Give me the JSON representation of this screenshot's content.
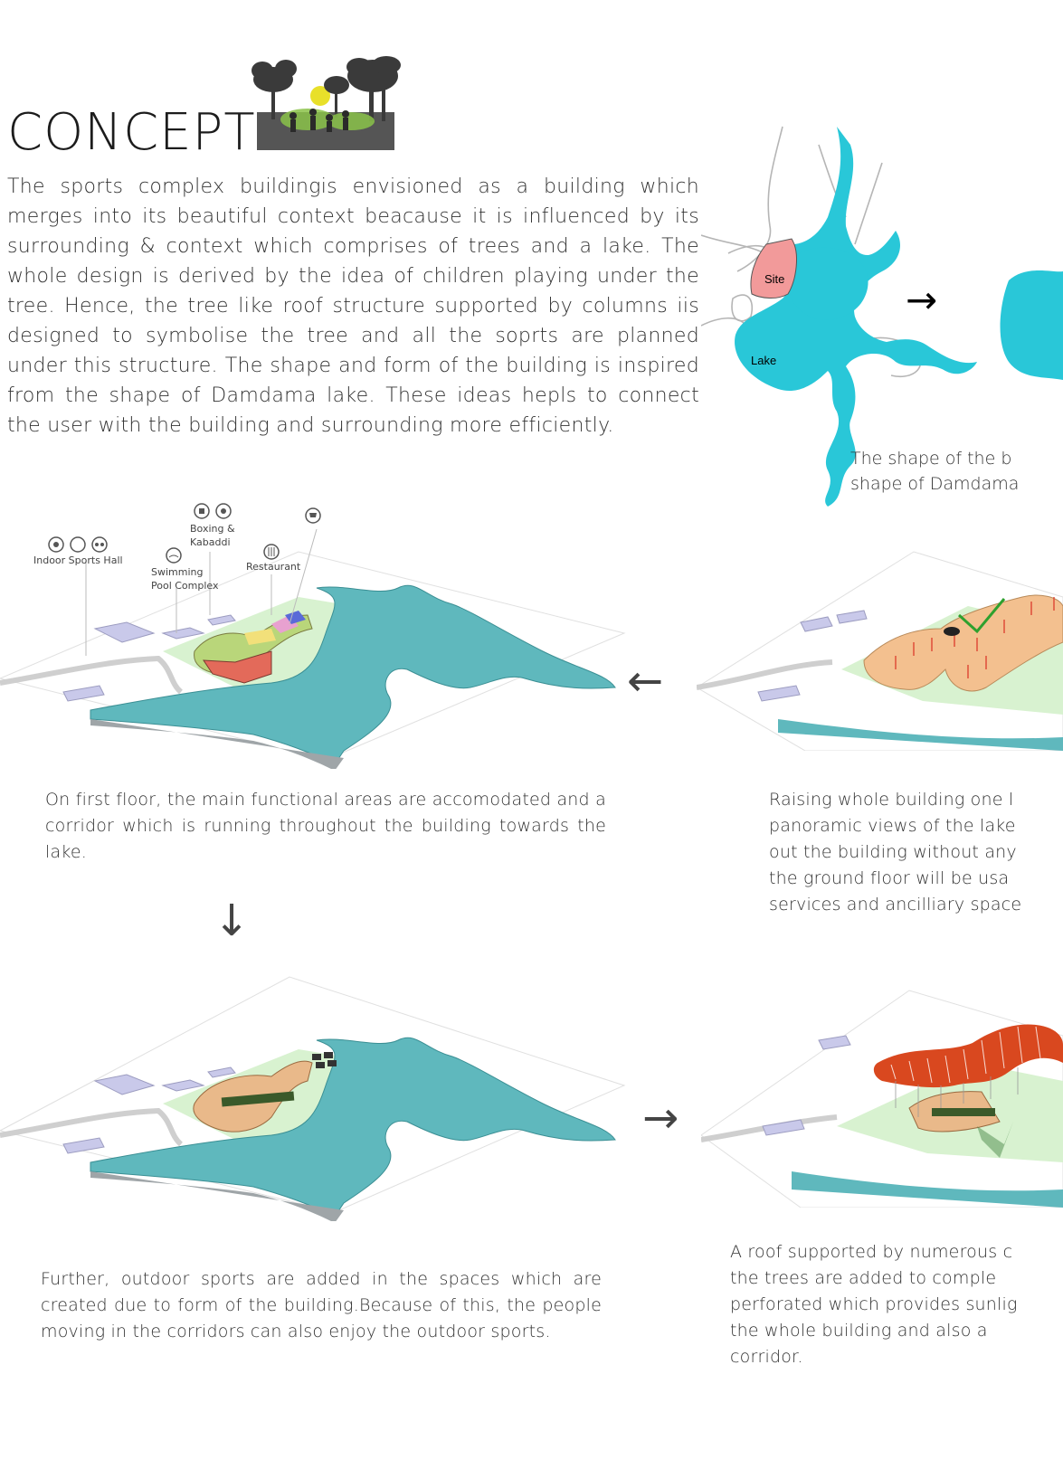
{
  "title": "CONCEPT",
  "intro_text": "The sports complex buildingis envisioned  as a building which merges into its beautiful context beacause it is influenced by its surrounding & context which comprises of trees and a lake. The whole design is derived by the idea of children playing under the tree. Hence, the tree like roof structure supported by columns iis designed to symbolise the tree and all the soprts are planned under this structure. The shape and form of the building is inspired from the shape of Damdama lake. These ideas hepls to connect the user with the building and surrounding more efficiently.",
  "map": {
    "site_label": "Site",
    "lake_label": "Lake",
    "caption_line1": "The shape of the b",
    "caption_line2": "shape of Damdama"
  },
  "diagram1_labels": {
    "indoor": "Indoor Sports Hall",
    "boxing": "Boxing &\nKabaddi",
    "swimming": "Swimming\nPool Complex",
    "restaurant": "Restaurant"
  },
  "captions": {
    "first_floor": "On first floor, the main functional areas are accomodated and a corridor which is running throughout the building towards the lake.",
    "raising": "Raising whole building one l\npanoramic views of the lake\nout the building without any\nthe ground floor will be usa\nservices and ancilliary space",
    "outdoor": "Further, outdoor sports are added in the spaces which are created due to form of the building.Because of this, the people moving in the corridors can also enjoy the outdoor sports.",
    "roof": "A roof supported by numerous c\nthe trees are added to comple\nperforated which provides sunlig\nthe whole building and also a\ncorridor."
  },
  "arrows": {
    "map_arrow": "→",
    "left_arrow": "←",
    "down_arrow": "↓",
    "right_arrow": "→"
  },
  "colors": {
    "lake": "#29c7d8",
    "lake_iso": "#5fb8bd",
    "site": "#f29a9a",
    "land": "#d8f2d0",
    "building": "#e9b98a",
    "roof": "#d9481f"
  }
}
